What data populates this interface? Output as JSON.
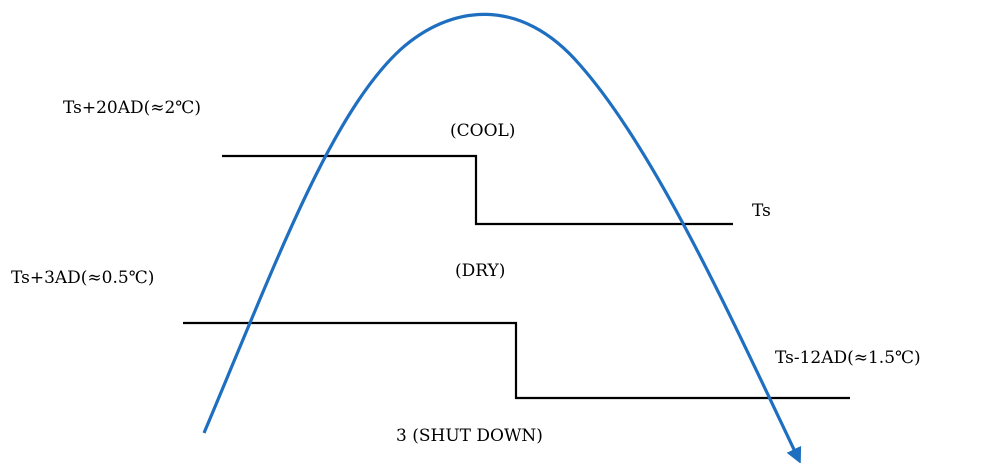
{
  "labels": {
    "upper_threshold": "Ts+20AD(≈2℃)",
    "cool": "(COOL)",
    "ts": "Ts",
    "dry": "(DRY)",
    "lower_threshold": "Ts+3AD(≈0.5℃)",
    "lower_right": "Ts-12AD(≈1.5℃)",
    "shut_down": "3 (SHUT DOWN)"
  },
  "colors": {
    "curve": "#1f6fc0",
    "lines": "#000000"
  }
}
